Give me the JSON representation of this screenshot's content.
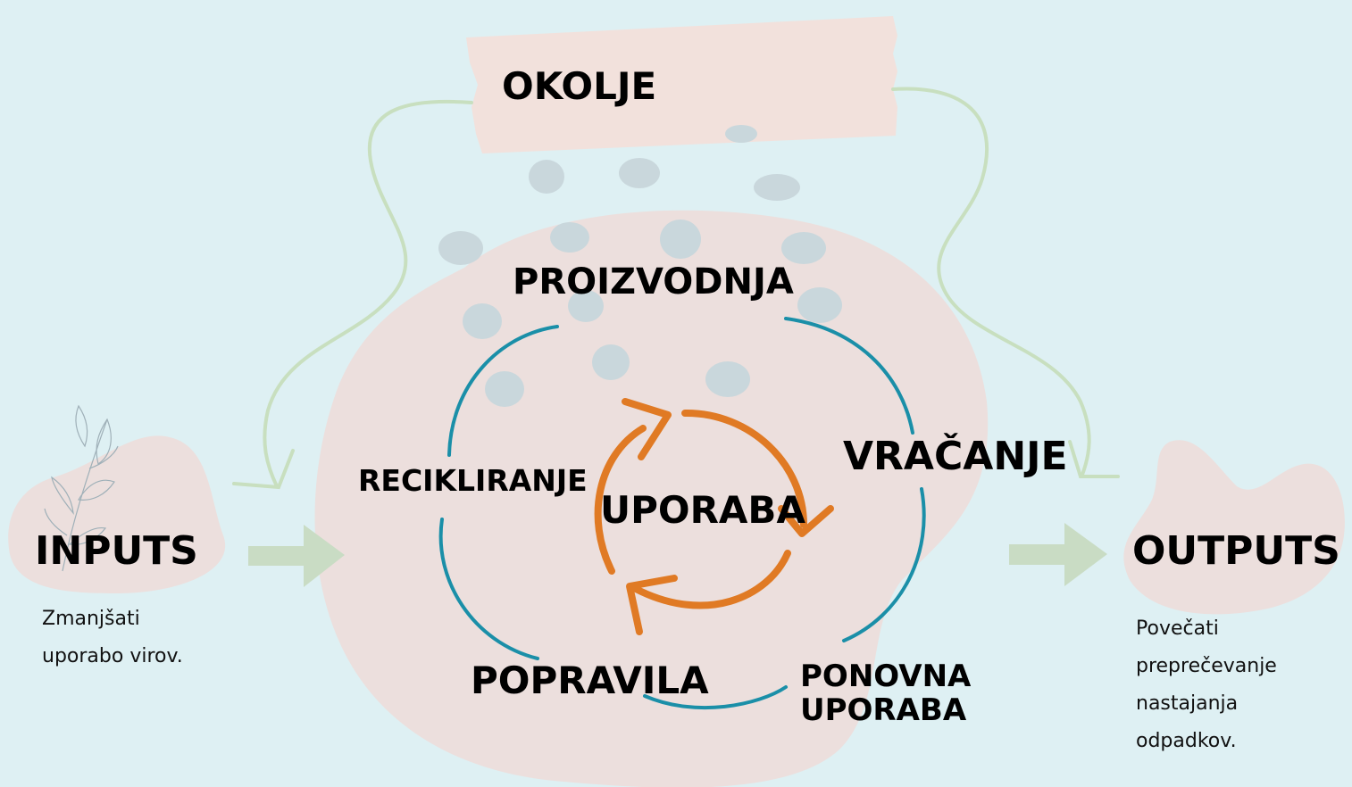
{
  "environment": {
    "label": "OKOLJE"
  },
  "cycle": {
    "production": "PROIZVODNJA",
    "return": "VRAČANJE",
    "recycling": "RECIKLIRANJE",
    "use": "UPORABA",
    "repairs": "POPRAVILA",
    "reuse_line1": "PONOVNA",
    "reuse_line2": "UPORABA"
  },
  "inputs": {
    "label": "INPUTS",
    "note": "Zmanjšati\nuporabo virov."
  },
  "outputs": {
    "label": "OUTPUTS",
    "note": "Povečati\npreprečevanje\nnastajanja\nodpadkov."
  },
  "colors": {
    "background": "#def0f3",
    "blob_pink": "#ecdfdd",
    "banner_pink": "#f2e1dc",
    "ring_teal": "#1a8fa8",
    "inner_orange": "#e07a24",
    "arrow_green": "#c9dcc4",
    "curve_green": "#c8dfbf",
    "drops_grey": "#c9d7dc"
  }
}
